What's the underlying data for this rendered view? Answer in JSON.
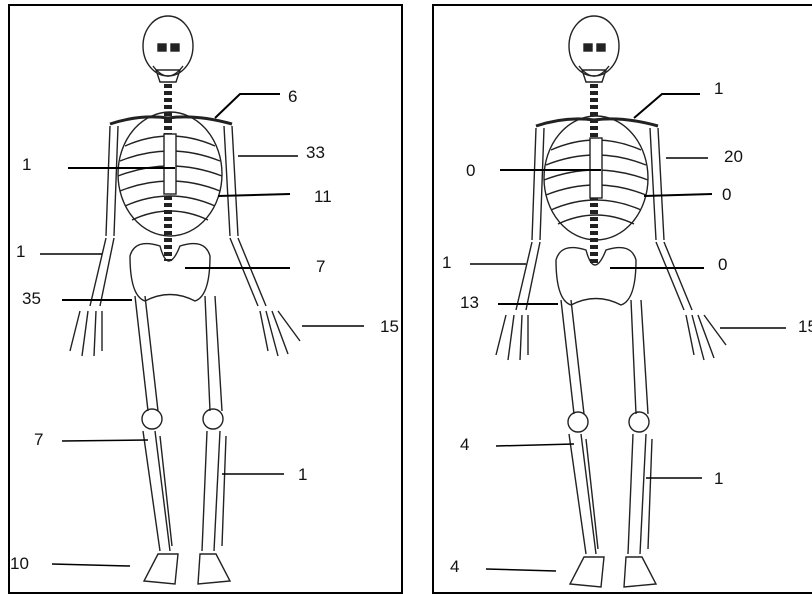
{
  "panels": [
    {
      "labels": {
        "skull_neck": "6",
        "humerus": "33",
        "sternum": "1",
        "ribs": "11",
        "radius": "1",
        "pelvis": "7",
        "femur": "35",
        "hand": "15",
        "patella": "7",
        "fibula": "1",
        "foot": "10"
      }
    },
    {
      "labels": {
        "skull_neck": "1",
        "humerus": "20",
        "sternum": "0",
        "ribs": "0",
        "radius": "1",
        "pelvis": "0",
        "femur": "13",
        "hand": "15",
        "patella": "4",
        "fibula": "1",
        "foot": "4"
      }
    }
  ]
}
